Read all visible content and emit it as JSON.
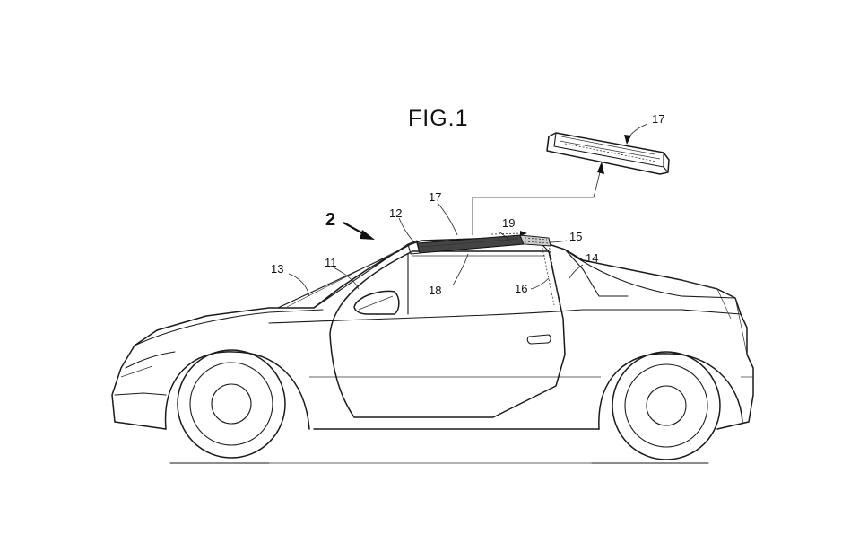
{
  "figure": {
    "title": "FIG.1",
    "labels": {
      "vehicle": "2",
      "l11": "11",
      "l12": "12",
      "l13": "13",
      "l14": "14",
      "l15": "15",
      "l16": "16",
      "l17_roof": "17",
      "l17_detached": "17",
      "l18": "18",
      "l19": "19"
    }
  }
}
